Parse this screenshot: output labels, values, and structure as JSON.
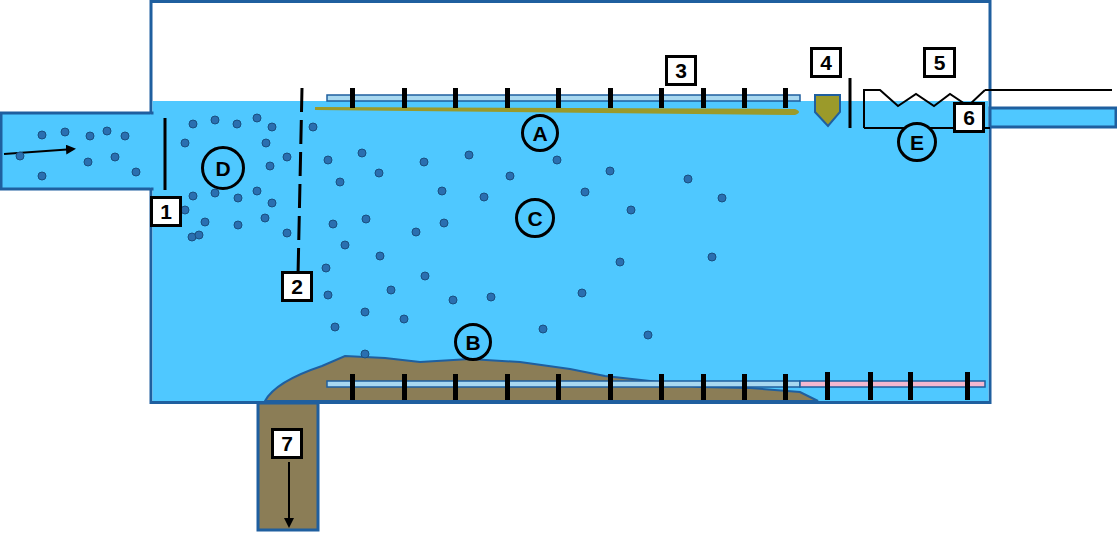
{
  "diagram": {
    "nodes": [
      {
        "text": [
          "3"
        ]
      },
      {
        "text": [
          "4"
        ]
      },
      {
        "text": [
          "5"
        ]
      },
      {
        "text": [
          "A"
        ]
      },
      {
        "text": [
          "6"
        ]
      },
      {
        "text": [
          "E"
        ]
      },
      {
        "text": [
          "D"
        ]
      },
      {
        "text": [
          "1"
        ]
      },
      {
        "text": [
          "C"
        ]
      },
      {
        "text": [
          "2"
        ]
      },
      {
        "text": [
          "B"
        ]
      },
      {
        "text": [
          "7"
        ]
      }
    ]
  }
}
